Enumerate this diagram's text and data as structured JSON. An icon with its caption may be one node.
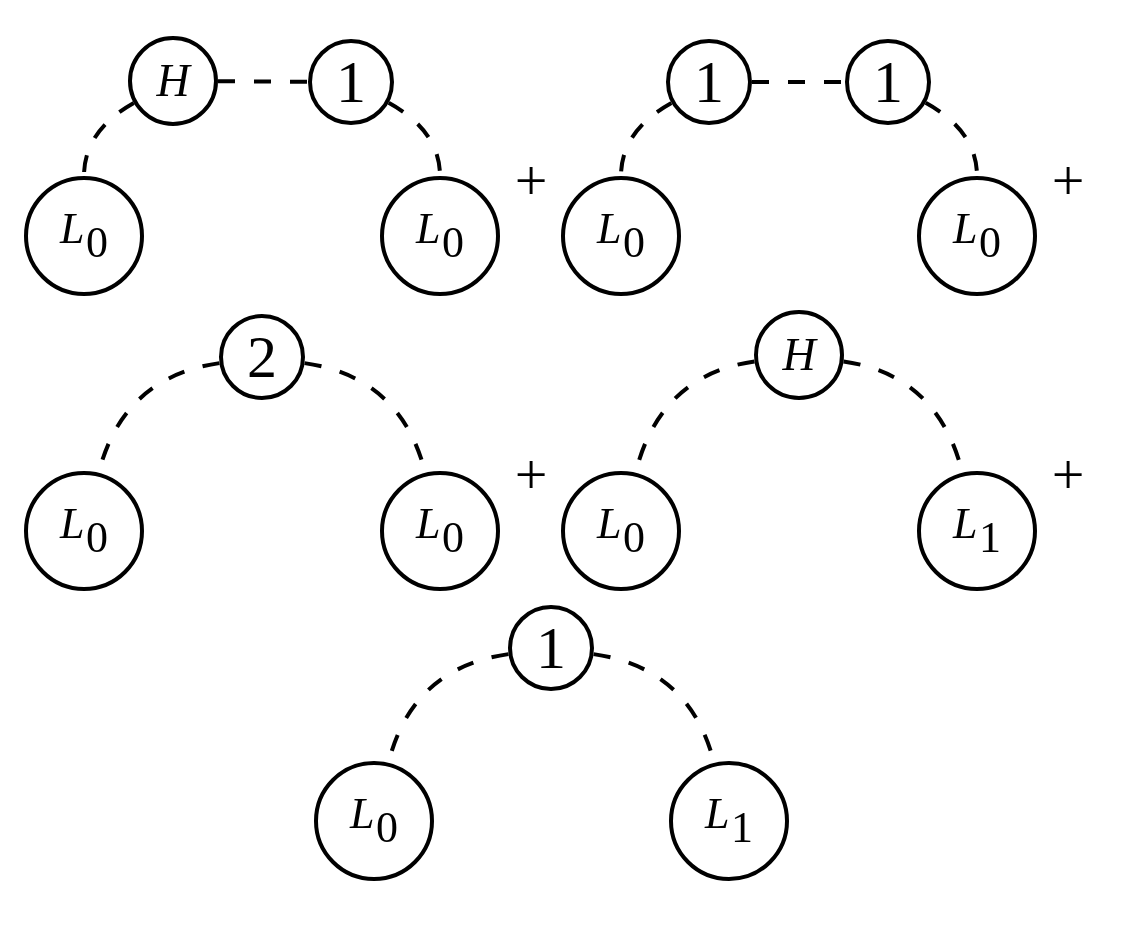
{
  "diagram": {
    "nodes": [
      {
        "text": [
          "H"
        ]
      },
      {
        "text": [
          "1"
        ]
      },
      {
        "text": [
          "*L*$_{0}$"
        ]
      },
      {
        "text": [
          "*L*$_{0}$"
        ]
      },
      {
        "text": [
          "1"
        ]
      },
      {
        "text": [
          "1"
        ]
      },
      {
        "text": [
          "*L*$_{0}$"
        ]
      },
      {
        "text": [
          "*L*$_{0}$"
        ]
      },
      {
        "text": [
          "2"
        ]
      },
      {
        "text": [
          "*L*$_{0}$"
        ]
      },
      {
        "text": [
          "*L*$_{0}$"
        ]
      },
      {
        "text": [
          "H"
        ]
      },
      {
        "text": [
          "*L*$_{0}$"
        ]
      },
      {
        "text": [
          "*L*$_{1}$"
        ]
      },
      {
        "text": [
          "1"
        ]
      },
      {
        "text": [
          "*L*$_{0}$"
        ]
      },
      {
        "text": [
          "*L*$_{1}$"
        ]
      }
    ],
    "edges": [
      {
        "from": 0,
        "to": 2,
        "arrow": "none",
        "style": "dashed"
      },
      {
        "from": 0,
        "to": 1,
        "arrow": "none",
        "style": "dashed"
      },
      {
        "from": 1,
        "to": 3,
        "arrow": "none",
        "style": "dashed"
      },
      {
        "from": 4,
        "to": 6,
        "arrow": "none",
        "style": "dashed"
      },
      {
        "from": 4,
        "to": 5,
        "arrow": "none",
        "style": "dashed"
      },
      {
        "from": 5,
        "to": 7,
        "arrow": "none",
        "style": "dashed"
      },
      {
        "from": 8,
        "to": 9,
        "arrow": "none",
        "style": "dashed"
      },
      {
        "from": 8,
        "to": 10,
        "arrow": "none",
        "style": "dashed"
      },
      {
        "from": 11,
        "to": 12,
        "arrow": "none",
        "style": "dashed"
      },
      {
        "from": 11,
        "to": 13,
        "arrow": "none",
        "style": "dashed"
      },
      {
        "from": 14,
        "to": 15,
        "arrow": "none",
        "style": "dashed"
      },
      {
        "from": 14,
        "to": 16,
        "arrow": "none",
        "style": "dashed"
      }
    ],
    "labels": [
      "+",
      "+",
      "+",
      "+"
    ]
  }
}
